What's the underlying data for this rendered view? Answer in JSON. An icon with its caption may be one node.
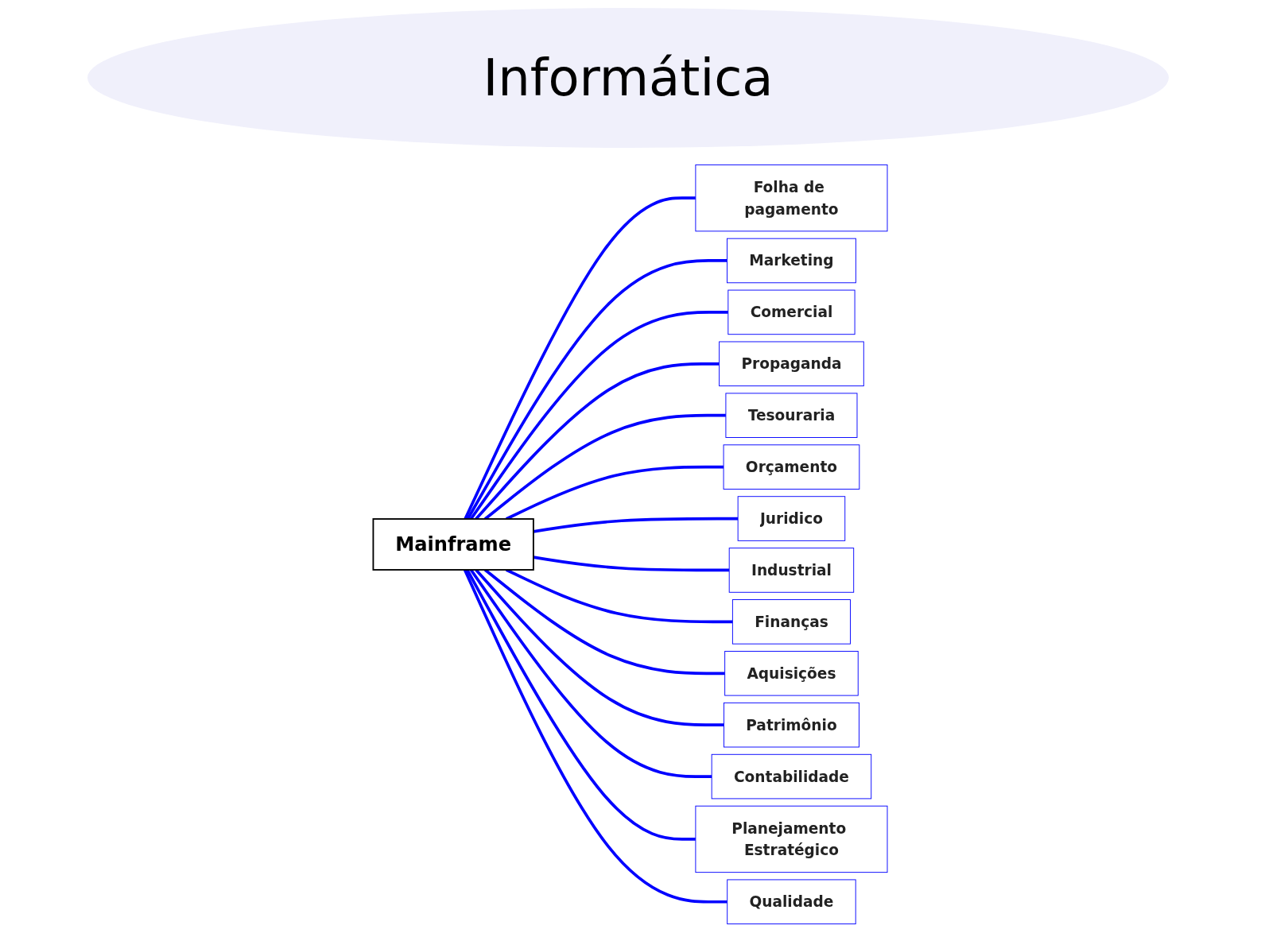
{
  "diagram": {
    "title": "Informática",
    "nodes": [
      {
        "text": [
          "Mainframe"
        ]
      },
      {
        "text": [
          "Folha de pagamento"
        ]
      },
      {
        "text": [
          "Marketing"
        ]
      },
      {
        "text": [
          "Comercial"
        ]
      },
      {
        "text": [
          "Propaganda"
        ]
      },
      {
        "text": [
          "Tesouraria"
        ]
      },
      {
        "text": [
          "Orçamento"
        ]
      },
      {
        "text": [
          "Juridico"
        ]
      },
      {
        "text": [
          "Industrial"
        ]
      },
      {
        "text": [
          "Finanças"
        ]
      },
      {
        "text": [
          "Aquisições"
        ]
      },
      {
        "text": [
          "Patrimônio"
        ]
      },
      {
        "text": [
          "Contabilidade"
        ]
      },
      {
        "text": [
          "Planejamento Estratégico"
        ]
      },
      {
        "text": [
          "Qualidade"
        ]
      }
    ],
    "edges": [
      {
        "from": 0,
        "to": 1,
        "arrow": "none"
      },
      {
        "from": 0,
        "to": 2,
        "arrow": "none"
      },
      {
        "from": 0,
        "to": 3,
        "arrow": "none"
      },
      {
        "from": 0,
        "to": 4,
        "arrow": "none"
      },
      {
        "from": 0,
        "to": 5,
        "arrow": "none"
      },
      {
        "from": 0,
        "to": 6,
        "arrow": "none"
      },
      {
        "from": 0,
        "to": 7,
        "arrow": "none"
      },
      {
        "from": 0,
        "to": 8,
        "arrow": "none"
      },
      {
        "from": 0,
        "to": 9,
        "arrow": "none"
      },
      {
        "from": 0,
        "to": 10,
        "arrow": "none"
      },
      {
        "from": 0,
        "to": 11,
        "arrow": "none"
      },
      {
        "from": 0,
        "to": 12,
        "arrow": "none"
      },
      {
        "from": 0,
        "to": 13,
        "arrow": "none"
      },
      {
        "from": 0,
        "to": 14,
        "arrow": "none"
      }
    ]
  }
}
